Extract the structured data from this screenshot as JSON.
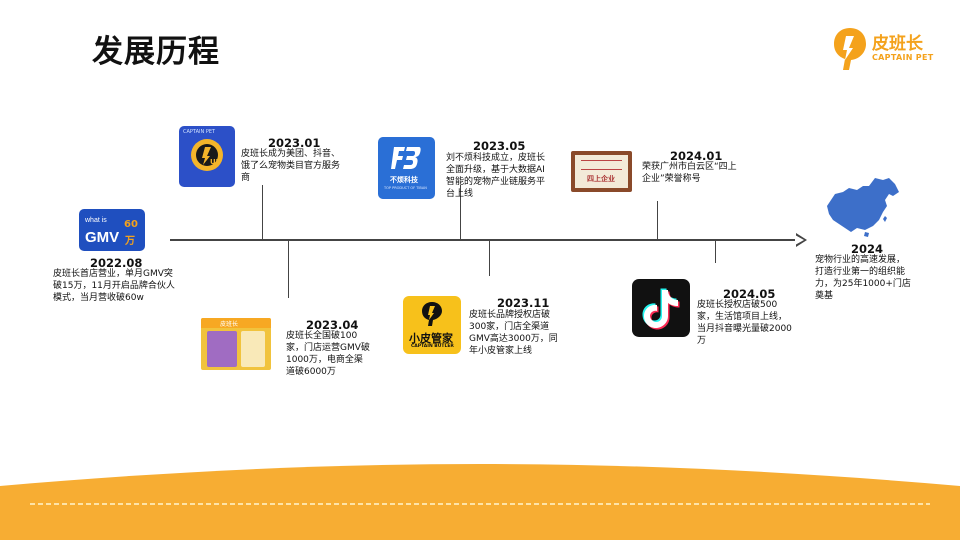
{
  "page": {
    "title": "发展历程"
  },
  "brand": {
    "name": "皮班长",
    "sub": "CAPTAIN PET"
  },
  "timeline": {
    "milestones": [
      {
        "id": "2022-08",
        "year": "2022.08",
        "text": "皮班长首店营业，单月GMV突破15万，11月开启品牌合伙人模式，当月营收破60w",
        "logo_text": "what is",
        "logo_main": "GMV",
        "logo_num": "60",
        "logo_unit": "万"
      },
      {
        "id": "2023-01",
        "year": "2023.01",
        "text": "皮班长成为美团、抖音、饿了么宠物类目官方服务商",
        "logo_text": "CAPTAIN PET",
        "logo_badge": "UP"
      },
      {
        "id": "2023-04",
        "year": "2023.04",
        "text": "皮班长全国破100家，门店运营GMV破1000万，电商全渠道破6000万",
        "logo_text": "皮班长"
      },
      {
        "id": "2023-05",
        "year": "2023.05",
        "text": "刘不烦科技成立，皮班长全面升级，基于大数据AI智能的宠物产业链服务平台上线",
        "logo_text": "不烦科技",
        "logo_sub": "TOP PRODUCT OF TIBAN"
      },
      {
        "id": "2023-11",
        "year": "2023.11",
        "text": "皮班长品牌授权店破300家，门店全渠道GMV高达3000万，同年小皮管家上线",
        "logo_text": "小皮管家",
        "logo_sub": "CAPTAIN BUTLER"
      },
      {
        "id": "2024-01",
        "year": "2024.01",
        "text": "荣获广州市白云区“四上企业”荣誉称号",
        "logo_text": "四上企业"
      },
      {
        "id": "2024-05",
        "year": "2024.05",
        "text": "皮班长授权店破500家，生活馆项目上线，当月抖音曝光量破2000万"
      },
      {
        "id": "2024",
        "year": "2024",
        "text": "宠物行业的高速发展，打造行业第一的组织能力，为25年1000+门店奠基"
      }
    ]
  },
  "colors": {
    "accent": "#f4a21c",
    "band": "#f7ad33",
    "axis": "#444444",
    "gmv_blue": "#1f4fbf",
    "bf_blue": "#2a6fd6",
    "map_blue": "#3d6fc9"
  },
  "icons": [
    "brand-logo-icon",
    "china-map-icon",
    "tiktok-icon"
  ]
}
